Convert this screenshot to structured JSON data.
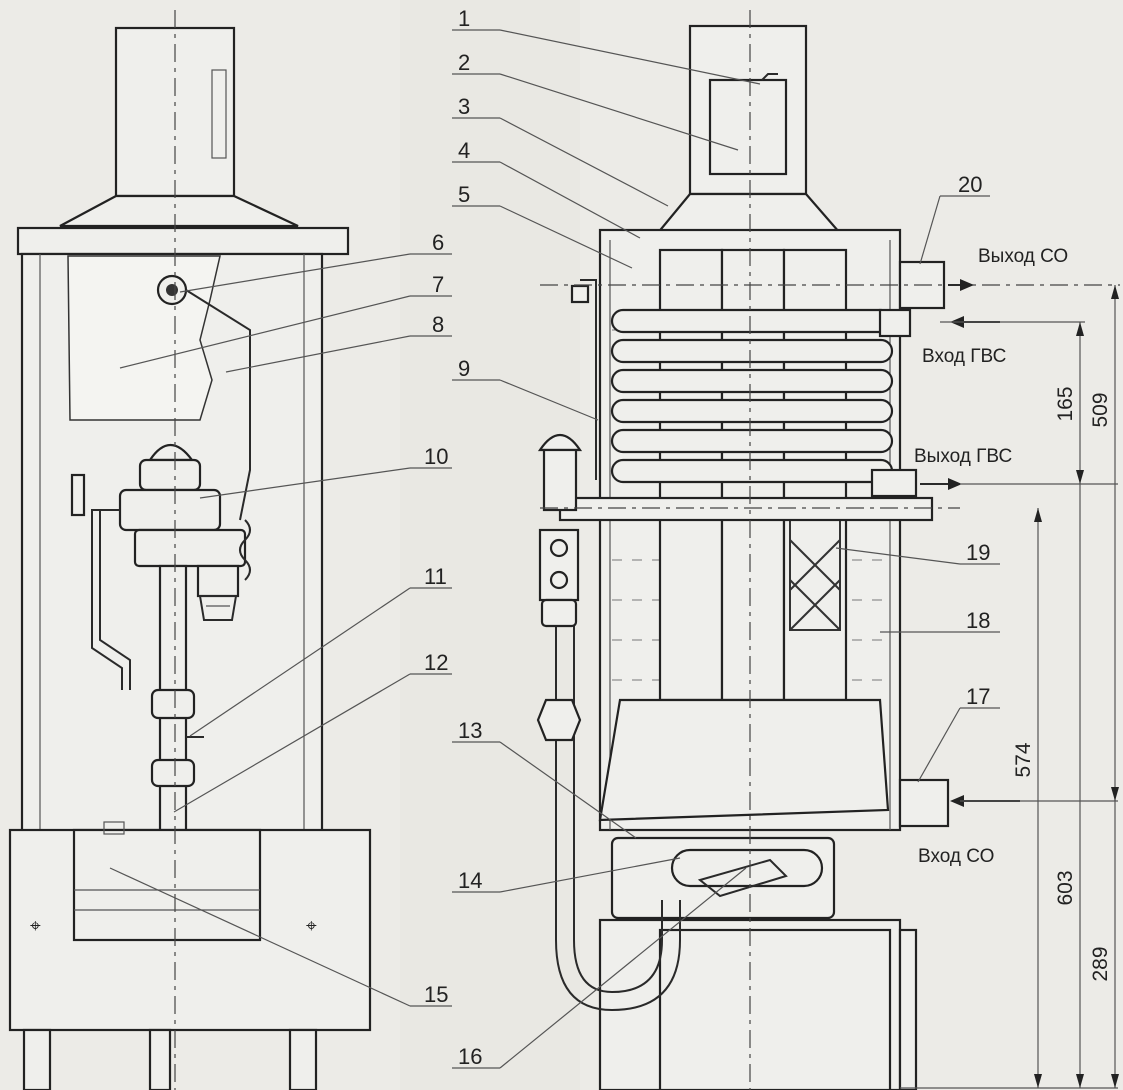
{
  "callouts": [
    "1",
    "2",
    "3",
    "4",
    "5",
    "6",
    "7",
    "8",
    "9",
    "10",
    "11",
    "12",
    "13",
    "14",
    "15",
    "16",
    "17",
    "18",
    "19",
    "20"
  ],
  "labels": {
    "co_out": "Выход СО",
    "hw_in": "Вход ГВС",
    "hw_out": "Выход ГВС",
    "co_in": "Вход СО"
  },
  "dimensions": {
    "d165": "165",
    "d509": "509",
    "d574": "574",
    "d603": "603",
    "d289": "289"
  }
}
